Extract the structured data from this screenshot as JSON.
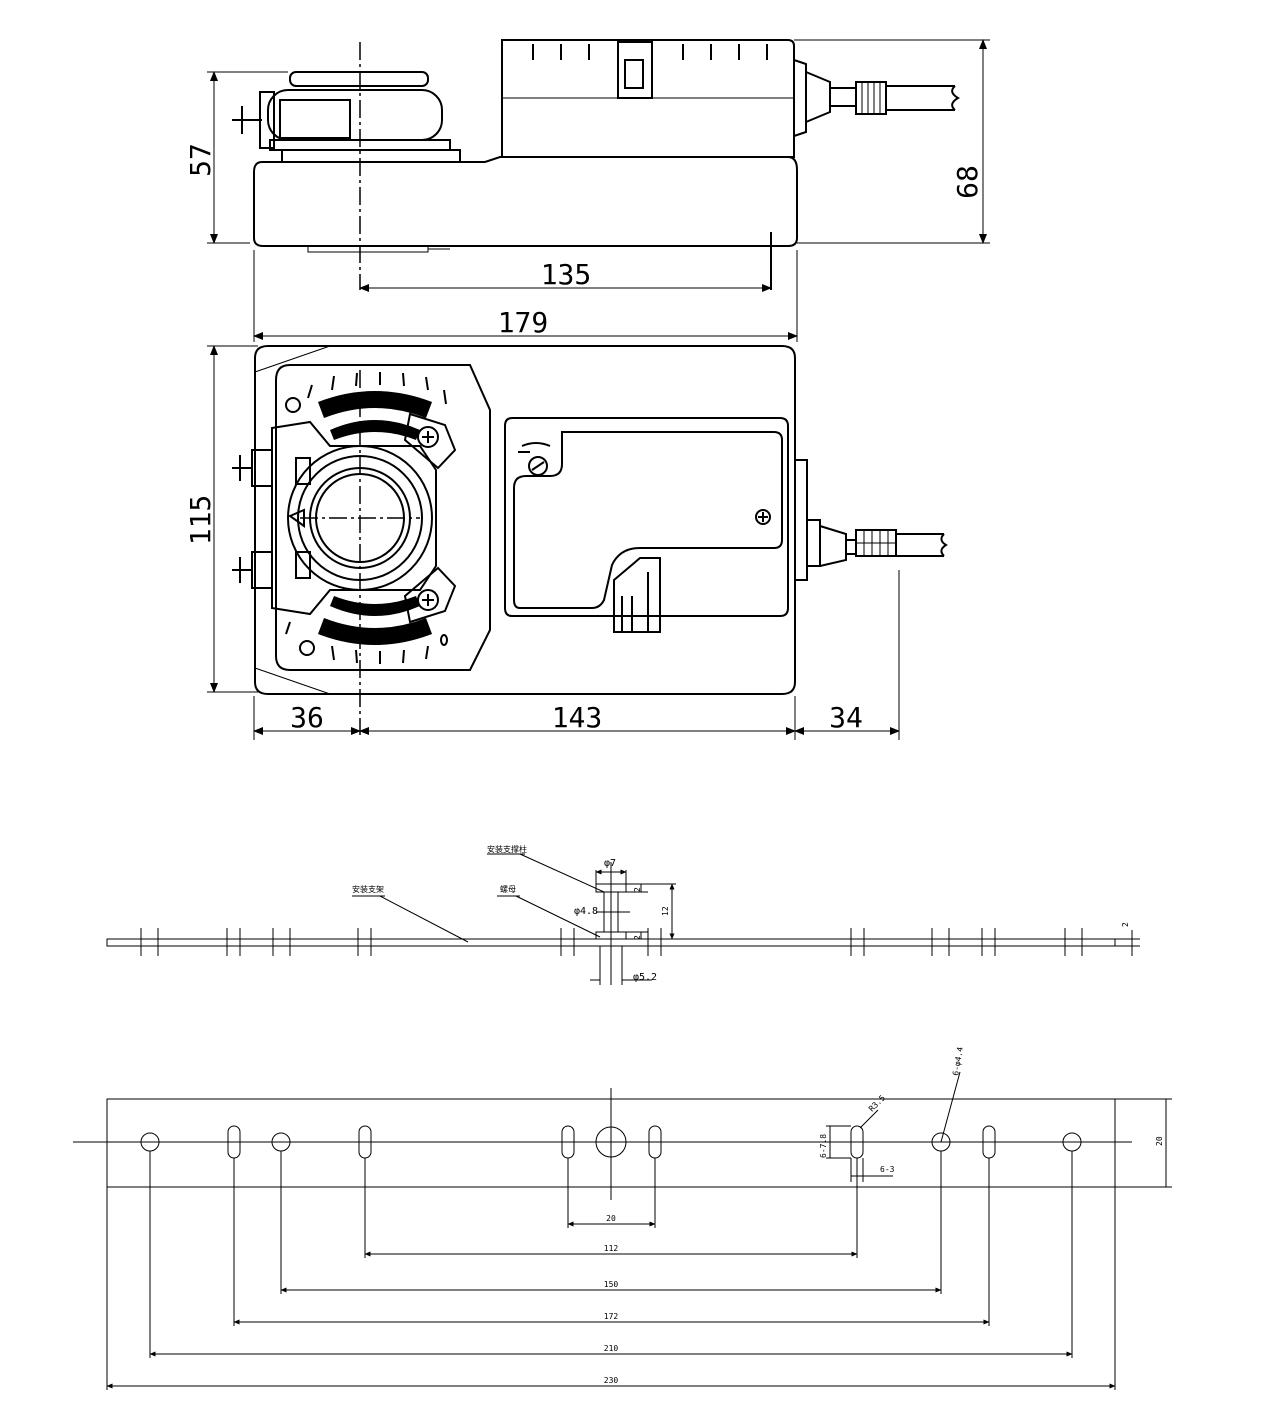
{
  "dimensions": {
    "top_view": {
      "height_left": "57",
      "height_right": "68",
      "shaft_to_edge": "135",
      "overall_length": "179"
    },
    "front_view": {
      "height": "115",
      "left_offset": "36",
      "body_length": "143",
      "cable_length": "34"
    },
    "bracket_side": {
      "label_stud": "安装支撑柱",
      "label_plate": "安装支架",
      "label_nut": "螺母",
      "dia_top": "φ7",
      "dia_mid": "φ4.8",
      "dia_bottom": "φ5.2",
      "thick_top": "2",
      "thick_mid": "2",
      "height": "12",
      "plate_thickness": "2"
    },
    "bracket_plan": {
      "holes_label": "6-φ4.4",
      "radius_label": "R3.5",
      "slot_label": "6-7.8",
      "slot_width": "6-3",
      "width": "20",
      "dim_20": "20",
      "dim_112": "112",
      "dim_150": "150",
      "dim_172": "172",
      "dim_210": "210",
      "dim_230": "230"
    }
  }
}
